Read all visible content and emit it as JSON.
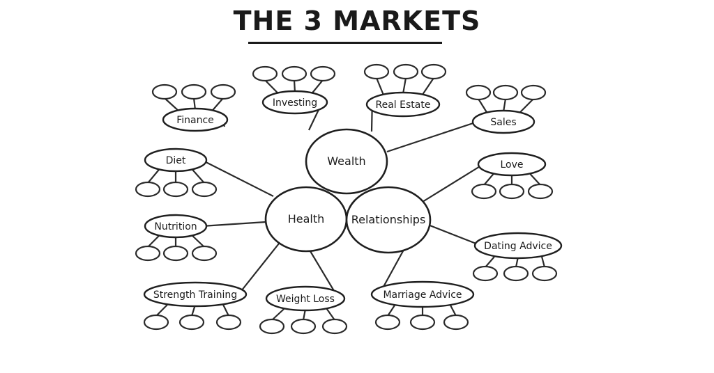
{
  "title": "THE 3 MARKETS",
  "hubs": [
    {
      "id": "wealth",
      "label": "Wealth"
    },
    {
      "id": "health",
      "label": "Health"
    },
    {
      "id": "relationships",
      "label": "Relationships"
    }
  ],
  "branches": [
    {
      "hub": "wealth",
      "label": "Finance"
    },
    {
      "hub": "wealth",
      "label": "Investing"
    },
    {
      "hub": "wealth",
      "label": "Real Estate"
    },
    {
      "hub": "wealth",
      "label": "Sales"
    },
    {
      "hub": "health",
      "label": "Diet"
    },
    {
      "hub": "health",
      "label": "Nutrition"
    },
    {
      "hub": "health",
      "label": "Strength Training"
    },
    {
      "hub": "health",
      "label": "Weight Loss"
    },
    {
      "hub": "relationships",
      "label": "Love"
    },
    {
      "hub": "relationships",
      "label": "Dating Advice"
    },
    {
      "hub": "relationships",
      "label": "Marriage Advice"
    }
  ]
}
